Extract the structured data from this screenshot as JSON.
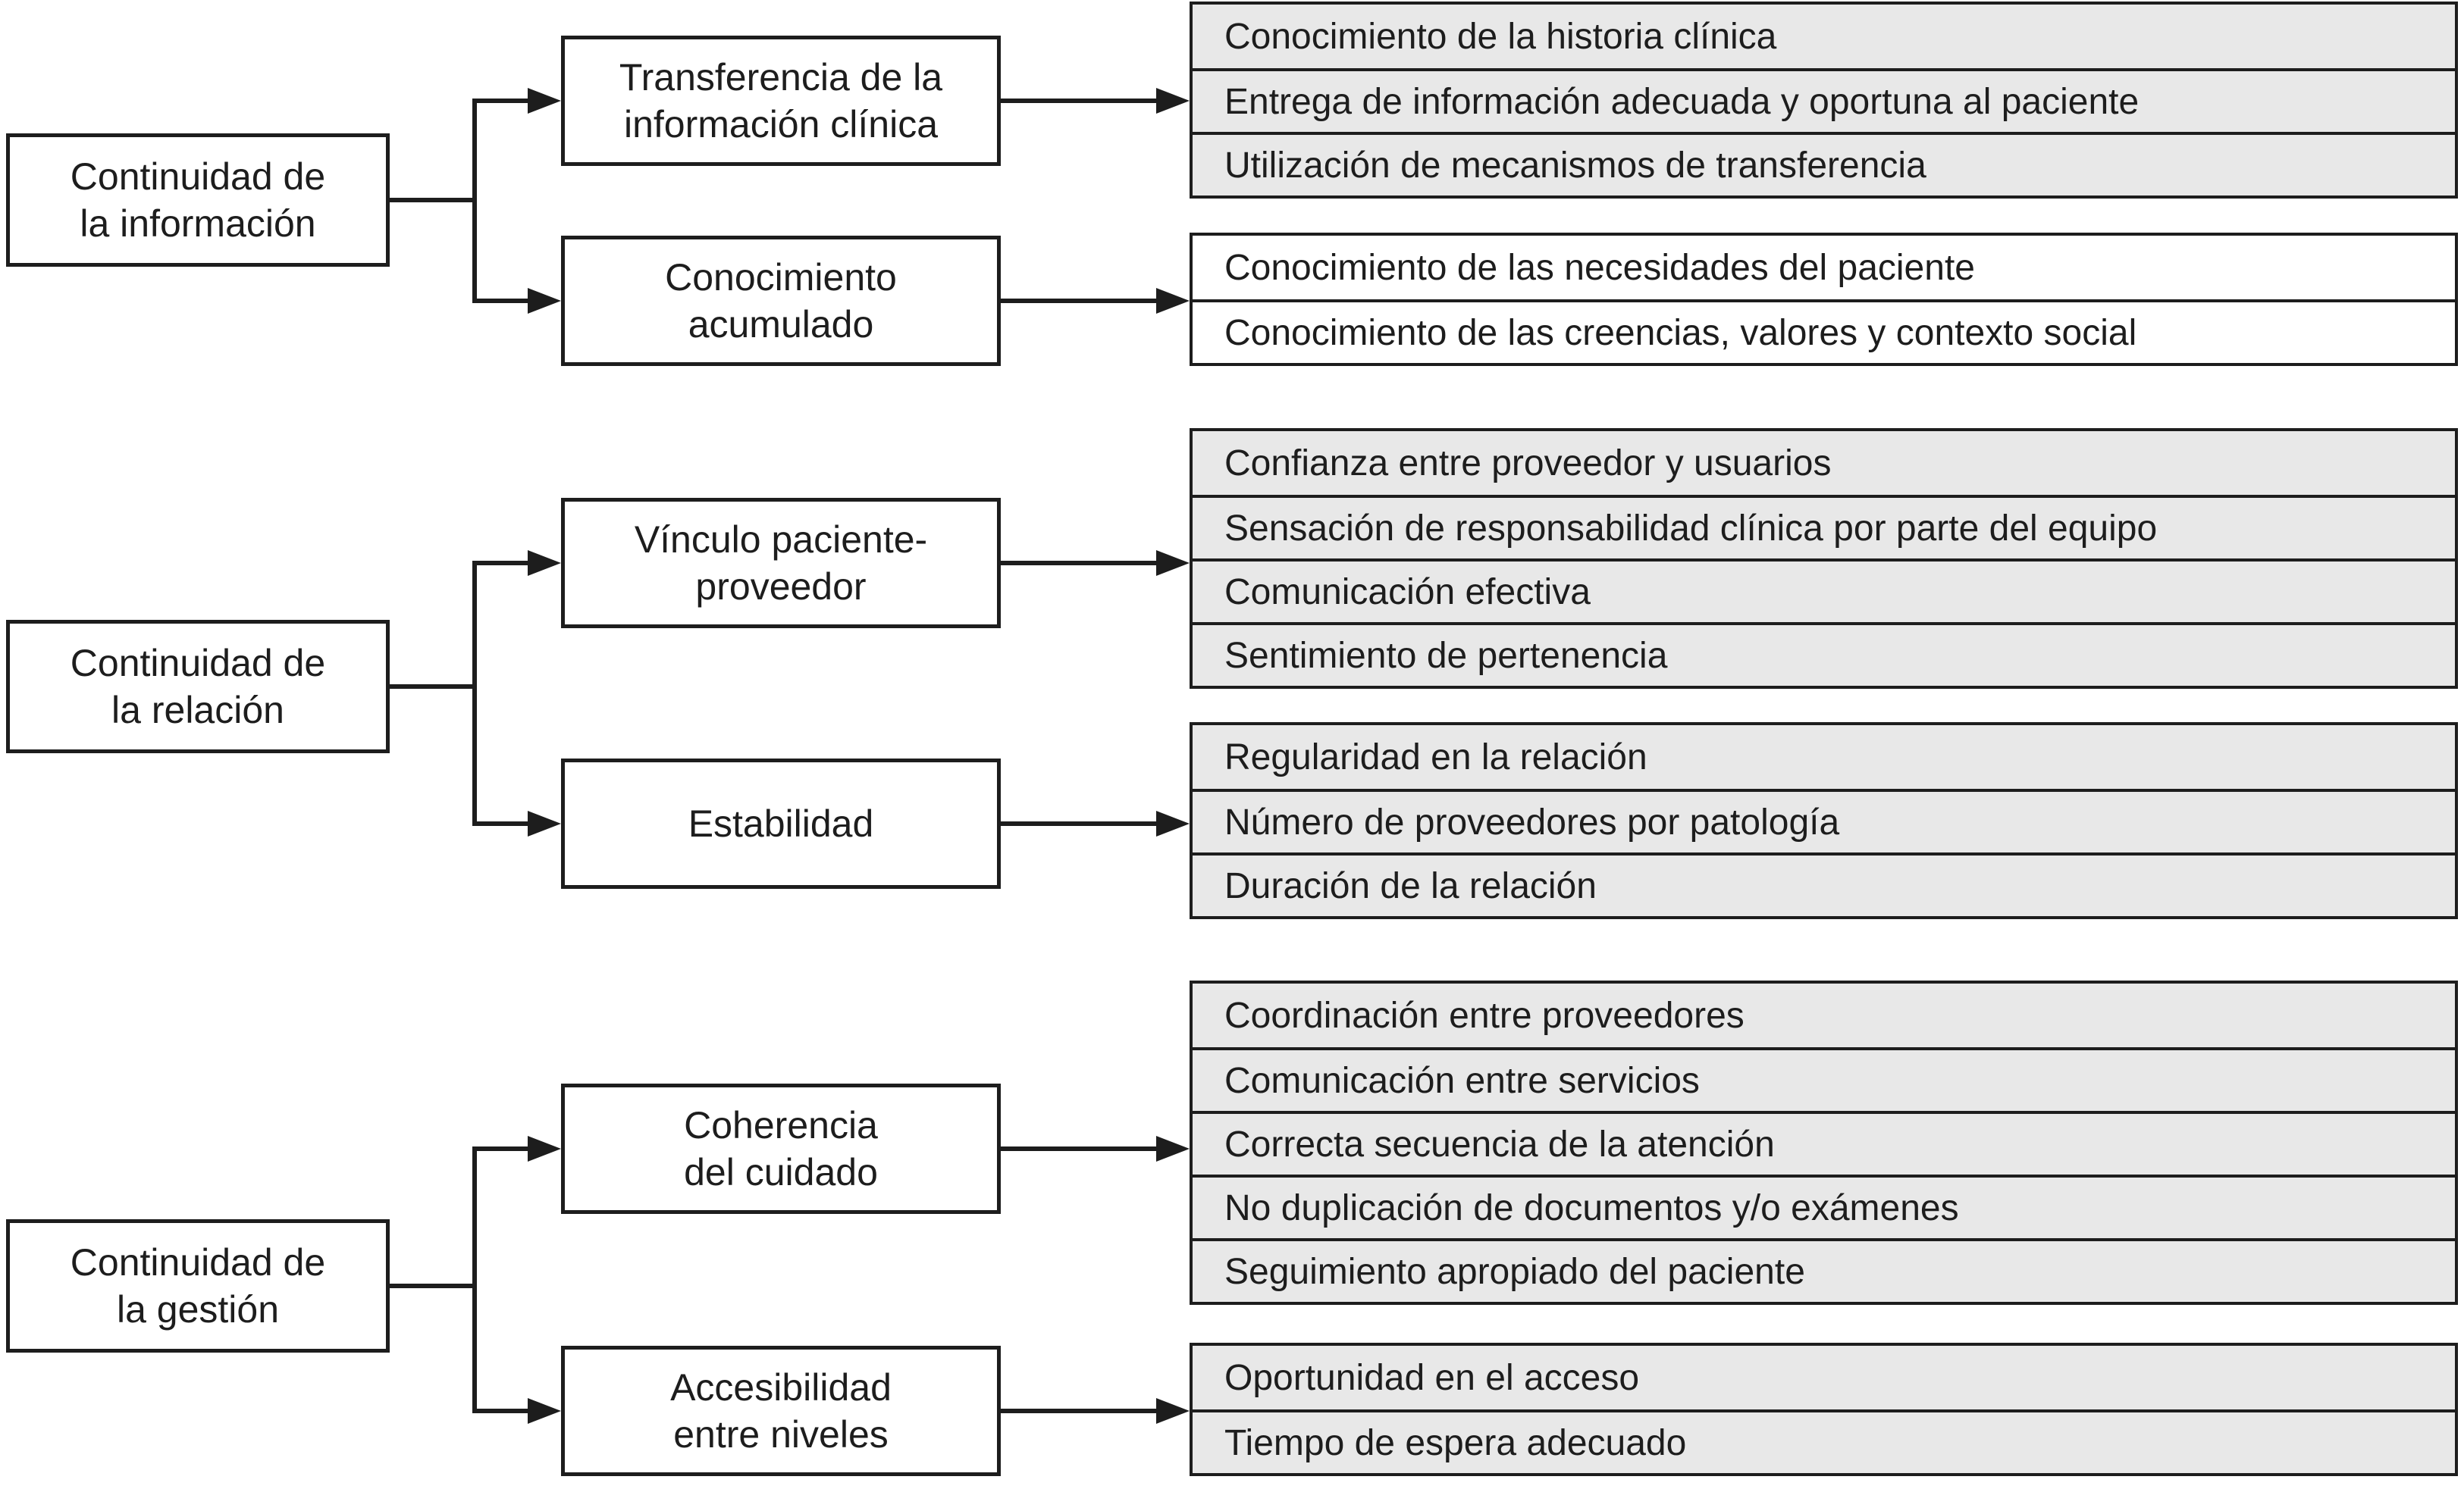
{
  "canvas": {
    "background": "#ffffff",
    "row_fill_default": "#e8e8e8",
    "row_fill_alternate": "#ffffff",
    "line_color": "#1d1d1d"
  },
  "sections": [
    {
      "root": {
        "lines": [
          "Continuidad de",
          "la información"
        ]
      },
      "branches": [
        {
          "box": {
            "lines": [
              "Transferencia de la",
              "información clínica"
            ]
          },
          "items_fill": "gray",
          "items": [
            "Conocimiento de la historia clínica",
            "Entrega de información adecuada y oportuna al paciente",
            "Utilización de mecanismos de transferencia"
          ]
        },
        {
          "box": {
            "lines": [
              "Conocimiento",
              "acumulado"
            ]
          },
          "items_fill": "white",
          "items": [
            "Conocimiento de las necesidades del paciente",
            "Conocimiento de las creencias, valores y contexto social"
          ]
        }
      ]
    },
    {
      "root": {
        "lines": [
          "Continuidad de",
          "la relación"
        ]
      },
      "branches": [
        {
          "box": {
            "lines": [
              "Vínculo paciente-",
              "proveedor"
            ]
          },
          "items_fill": "gray",
          "items": [
            "Confianza entre proveedor y usuarios",
            "Sensación de responsabilidad clínica por parte del equipo",
            "Comunicación efectiva",
            "Sentimiento de pertenencia"
          ]
        },
        {
          "box": {
            "lines": [
              "Estabilidad"
            ]
          },
          "items_fill": "gray",
          "items": [
            "Regularidad en la relación",
            "Número de proveedores por patología",
            "Duración de la relación"
          ]
        }
      ]
    },
    {
      "root": {
        "lines": [
          "Continuidad de",
          "la gestión"
        ]
      },
      "branches": [
        {
          "box": {
            "lines": [
              "Coherencia",
              "del cuidado"
            ]
          },
          "items_fill": "gray",
          "items": [
            "Coordinación entre proveedores",
            "Comunicación entre servicios",
            "Correcta secuencia de la atención",
            "No duplicación de documentos y/o exámenes",
            "Seguimiento apropiado del paciente"
          ]
        },
        {
          "box": {
            "lines": [
              "Accesibilidad",
              "entre niveles"
            ]
          },
          "items_fill": "gray",
          "items": [
            "Oportunidad en el acceso",
            "Tiempo de espera adecuado"
          ]
        }
      ]
    }
  ]
}
